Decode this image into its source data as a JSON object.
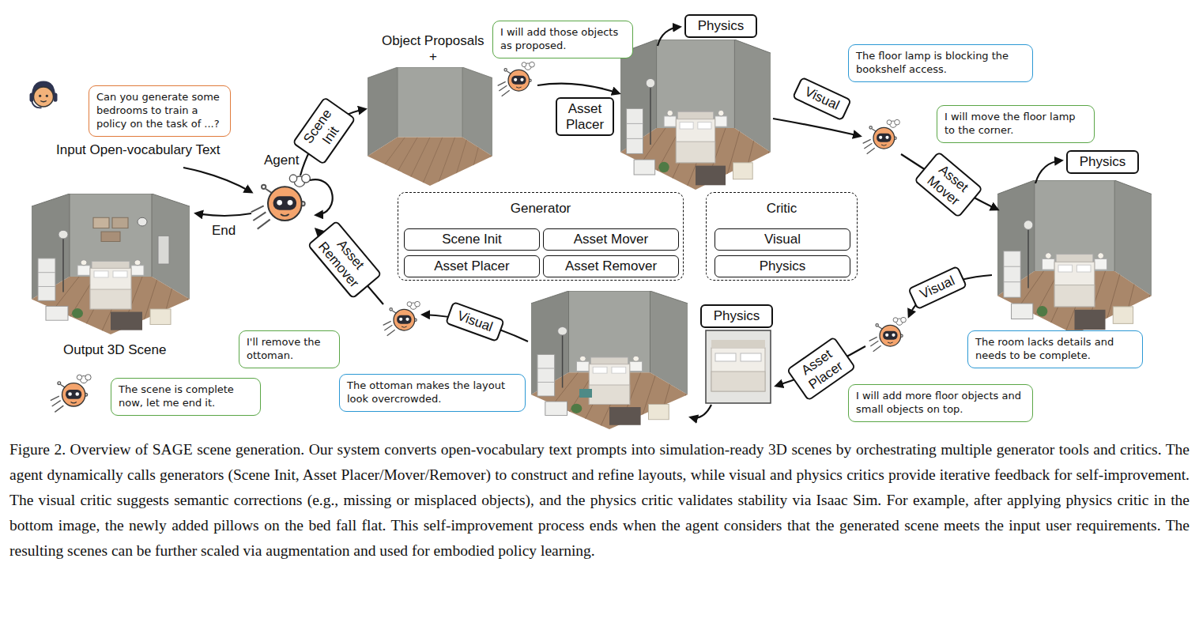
{
  "diagram": {
    "caption": "Figure 2. Overview of SAGE scene generation. Our system converts open-vocabulary text prompts into simulation-ready 3D scenes by orchestrating multiple generator tools and critics. The agent dynamically calls generators (Scene Init, Asset Placer/Mover/Remover) to construct and refine layouts, while visual and physics critics provide iterative feedback for self-improvement. The visual critic suggests semantic corrections (e.g., missing or misplaced objects), and the physics critic validates stability via Isaac Sim. For example, after applying physics critic in the bottom image, the newly added pillows on the bed fall flat. This self-improvement process ends when the agent considers that the generated scene meets the input user requirements. The resulting scenes can be further scaled via augmentation and used for embodied policy learning.",
    "nodes": [
      {
        "text": [
          "Can you generate some bedrooms to train a policy on the task of ...?"
        ]
      },
      {
        "text": [
          "Scene Init"
        ]
      },
      {
        "text": [
          "I will add those objects as proposed."
        ]
      },
      {
        "text": [
          "Physics"
        ]
      },
      {
        "text": [
          "Asset Placer"
        ]
      },
      {
        "text": [
          "The floor lamp is blocking the bookshelf access."
        ]
      },
      {
        "text": [
          "Visual"
        ]
      },
      {
        "text": [
          "I will move the floor lamp to the corner."
        ]
      },
      {
        "text": [
          "Physics"
        ]
      },
      {
        "text": [
          "Asset Mover"
        ]
      },
      {
        "text": [
          "Generator"
        ]
      },
      {
        "text": [
          "Scene Init"
        ],
        "in": 10
      },
      {
        "text": [
          "Asset Mover"
        ],
        "in": 10
      },
      {
        "text": [
          "Asset Placer"
        ],
        "in": 10
      },
      {
        "text": [
          "Asset Remover"
        ],
        "in": 10
      },
      {
        "text": [
          "Critic"
        ]
      },
      {
        "text": [
          "Visual"
        ],
        "in": 15
      },
      {
        "text": [
          "Physics"
        ],
        "in": 15
      },
      {
        "text": [
          "Asset Remover"
        ]
      },
      {
        "text": [
          "I'll remove the ottoman."
        ]
      },
      {
        "text": [
          "Visual"
        ]
      },
      {
        "text": [
          "The ottoman makes the layout look overcrowded."
        ]
      },
      {
        "text": [
          "Physics"
        ]
      },
      {
        "text": [
          "Asset Placer"
        ]
      },
      {
        "text": [
          "Visual"
        ]
      },
      {
        "text": [
          "The room lacks details and needs to be complete."
        ]
      },
      {
        "text": [
          "I will add more floor objects and small objects on top."
        ]
      },
      {
        "text": [
          "The scene is complete now, let me end it."
        ]
      }
    ],
    "labels": [
      "Input Open-vocabulary Text",
      "Agent",
      "End",
      "Object Proposals",
      "+",
      "Output 3D Scene"
    ]
  }
}
